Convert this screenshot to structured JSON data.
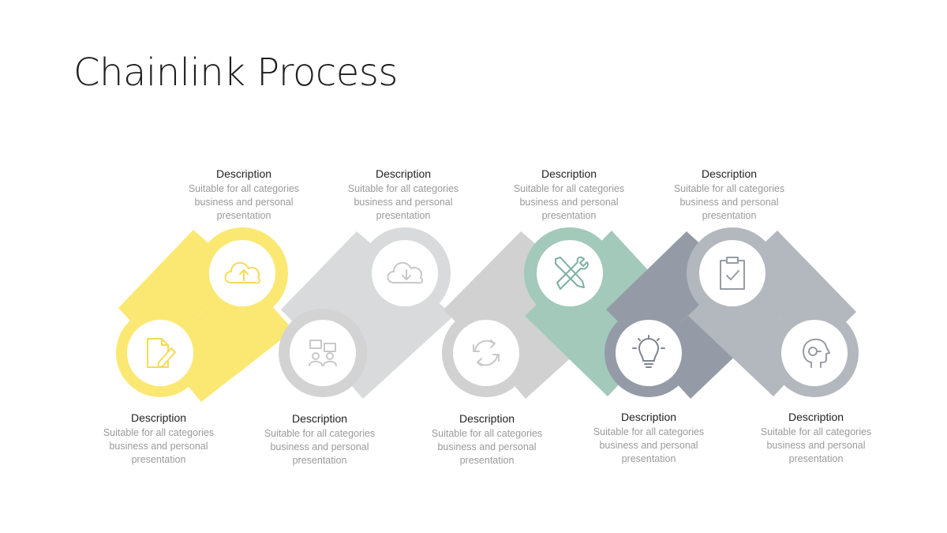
{
  "title": "Chainlink Process",
  "colors": {
    "yellow": "#FBE873",
    "light_gray": "#D9DADC",
    "mid_gray": "#D1D1D1",
    "teal": "#A2C9BA",
    "slate": "#959BA6",
    "silver": "#B3B7BE",
    "icon_yellow": "#F6DB55",
    "icon_gray": "#C8C8C8",
    "icon_teal": "#7DB19F",
    "icon_slate": "#7F8591",
    "icon_silver": "#979CA5"
  },
  "nodes": [
    {
      "id": "n1",
      "icon": "document-edit-icon",
      "heading": "Description",
      "text": "Suitable for all categories business and personal presentation"
    },
    {
      "id": "n2",
      "icon": "cloud-upload-icon",
      "heading": "Description",
      "text": "Suitable for all categories business and personal presentation"
    },
    {
      "id": "n3",
      "icon": "team-discussion-icon",
      "heading": "Description",
      "text": "Suitable for all categories business and personal presentation"
    },
    {
      "id": "n4",
      "icon": "cloud-download-icon",
      "heading": "Description",
      "text": "Suitable for all categories business and personal presentation"
    },
    {
      "id": "n5",
      "icon": "refresh-icon",
      "heading": "Description",
      "text": "Suitable for all categories business and personal presentation"
    },
    {
      "id": "n6",
      "icon": "tools-icon",
      "heading": "Description",
      "text": "Suitable for all categories business and personal presentation"
    },
    {
      "id": "n7",
      "icon": "lightbulb-icon",
      "heading": "Description",
      "text": "Suitable for all categories business and personal presentation"
    },
    {
      "id": "n8",
      "icon": "clipboard-check-icon",
      "heading": "Description",
      "text": "Suitable for all categories business and personal presentation"
    },
    {
      "id": "n9",
      "icon": "head-idea-icon",
      "heading": "Description",
      "text": "Suitable for all categories business and personal presentation"
    }
  ]
}
